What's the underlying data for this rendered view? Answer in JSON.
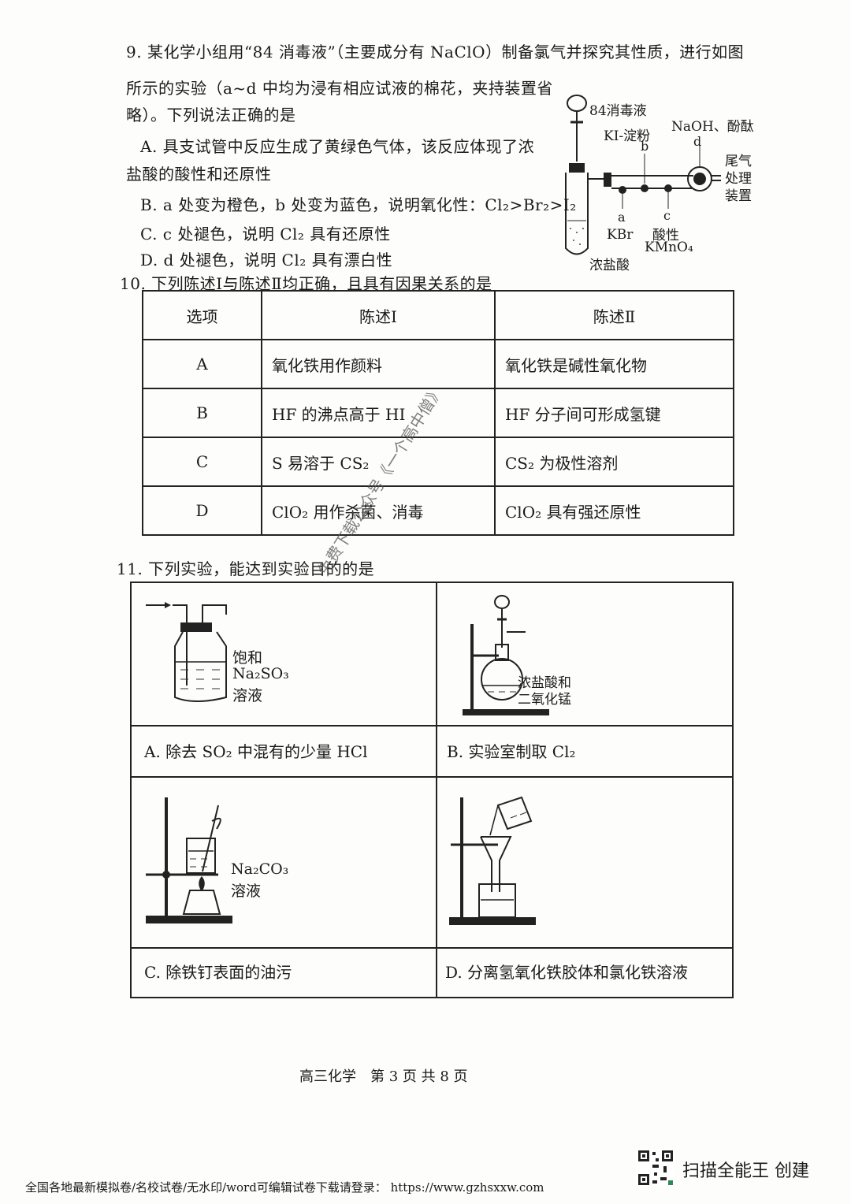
{
  "q9": {
    "line1": "9. 某化学小组用“84 消毒液”（主要成分有 NaClO）制备氯气并探究其性质，进行如图",
    "line2": "所示的实验（a~d 中均为浸有相应试液的棉花，夹持装置省",
    "line3": "略）。下列说法正确的是",
    "optA1": "A. 具支试管中反应生成了黄绿色气体，该反应体现了浓",
    "optA2": "盐酸的酸性和还原性",
    "optB": "B. a 处变为橙色，b 处变为蓝色，说明氧化性：Cl₂>Br₂>I₂",
    "optC": "C. c 处褪色，说明 Cl₂ 具有还原性",
    "optD": "D. d 处褪色，说明 Cl₂ 具有漂白性",
    "fig": {
      "label_84": "84消毒液",
      "label_ki": "KI-淀粉",
      "label_b": "b",
      "label_naoh": "NaOH、酚酞",
      "label_d": "d",
      "label_tail1": "尾气",
      "label_tail2": "处理",
      "label_tail3": "装置",
      "label_a": "a",
      "label_kbr": "KBr",
      "label_c": "c",
      "label_acid1": "酸性",
      "label_acid2": "KMnO₄",
      "label_hcl": "浓盐酸"
    }
  },
  "q10": {
    "title": "10. 下列陈述Ⅰ与陈述Ⅱ均正确，且具有因果关系的是",
    "headers": [
      "选项",
      "陈述Ⅰ",
      "陈述Ⅱ"
    ],
    "rows": [
      [
        "A",
        "氧化铁用作颜料",
        "氧化铁是碱性氧化物"
      ],
      [
        "B",
        "HF 的沸点高于 HI",
        "HF 分子间可形成氢键"
      ],
      [
        "C",
        "S 易溶于 CS₂",
        "CS₂ 为极性溶剂"
      ],
      [
        "D",
        "ClO₂ 用作杀菌、消毒",
        "ClO₂ 具有强还原性"
      ]
    ]
  },
  "q11": {
    "title": "11. 下列实验，能达到实验目的的是",
    "figA": {
      "l1": "饱和",
      "l2": "Na₂SO₃",
      "l3": "溶液"
    },
    "figB": {
      "l1": "浓盐酸和",
      "l2": "二氧化锰"
    },
    "figC": {
      "l1": "Na₂CO₃",
      "l2": "溶液"
    },
    "capA": "A. 除去 SO₂ 中混有的少量 HCl",
    "capB": "B. 实验室制取 Cl₂",
    "capC": "C. 除铁钉表面的油污",
    "capD": "D. 分离氢氧化铁胶体和氯化铁溶液"
  },
  "watermark": "免费下载公众号《一个高中僧》",
  "footer": "高三化学　第 3 页 共 8 页",
  "camscanner": "扫描全能王 创建",
  "download_line": "全国各地最新模拟卷/名校试卷/无水印/word可编辑试卷下载请登录： https://www.gzhsxxw.com"
}
